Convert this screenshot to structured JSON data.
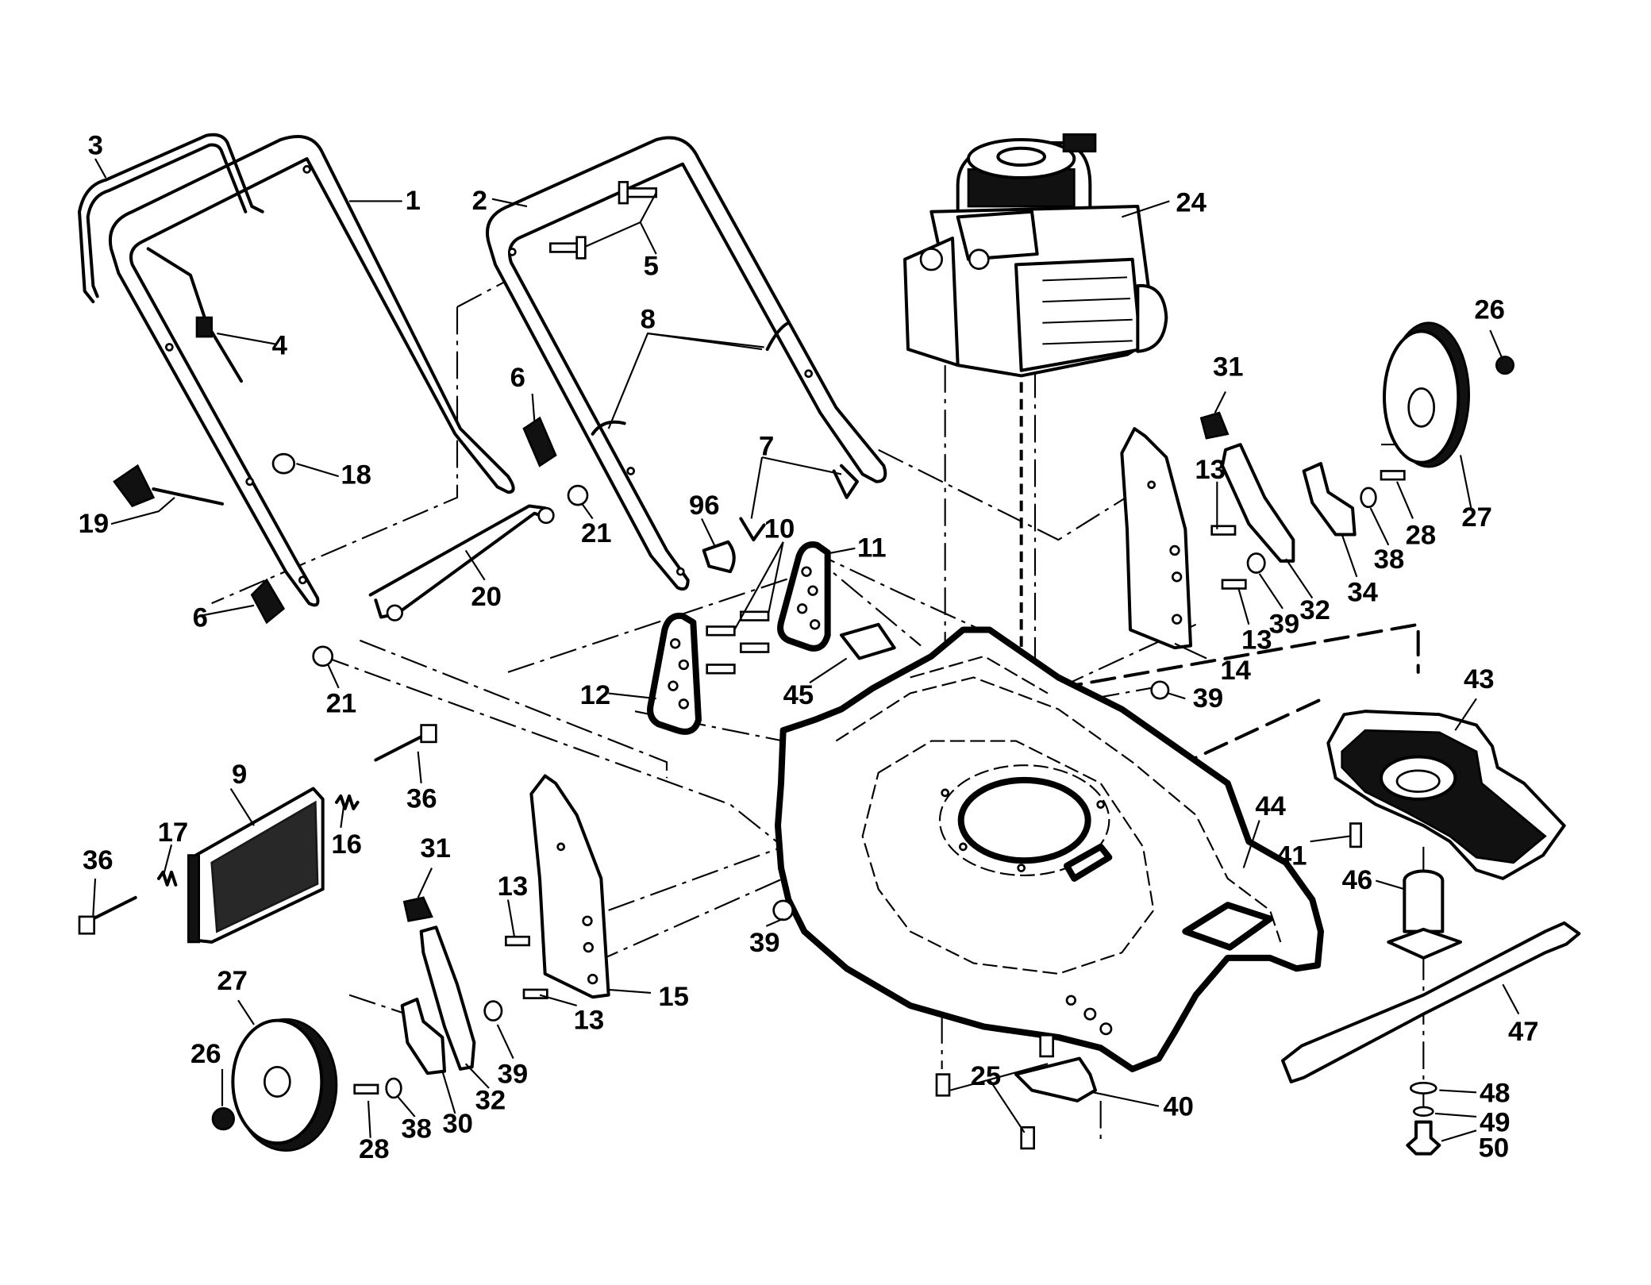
{
  "callouts": [
    {
      "id": "1",
      "text": "1"
    },
    {
      "id": "2",
      "text": "2"
    },
    {
      "id": "3",
      "text": "3"
    },
    {
      "id": "4",
      "text": "4"
    },
    {
      "id": "5",
      "text": "5"
    },
    {
      "id": "6a",
      "text": "6"
    },
    {
      "id": "6b",
      "text": "6"
    },
    {
      "id": "7",
      "text": "7"
    },
    {
      "id": "8",
      "text": "8"
    },
    {
      "id": "9",
      "text": "9"
    },
    {
      "id": "10",
      "text": "10"
    },
    {
      "id": "11",
      "text": "11"
    },
    {
      "id": "12",
      "text": "12"
    },
    {
      "id": "13a",
      "text": "13"
    },
    {
      "id": "13b",
      "text": "13"
    },
    {
      "id": "13c",
      "text": "13"
    },
    {
      "id": "13d",
      "text": "13"
    },
    {
      "id": "14",
      "text": "14"
    },
    {
      "id": "15",
      "text": "15"
    },
    {
      "id": "16",
      "text": "16"
    },
    {
      "id": "17",
      "text": "17"
    },
    {
      "id": "18",
      "text": "18"
    },
    {
      "id": "19",
      "text": "19"
    },
    {
      "id": "20",
      "text": "20"
    },
    {
      "id": "21a",
      "text": "21"
    },
    {
      "id": "21b",
      "text": "21"
    },
    {
      "id": "24",
      "text": "24"
    },
    {
      "id": "25",
      "text": "25"
    },
    {
      "id": "26a",
      "text": "26"
    },
    {
      "id": "26b",
      "text": "26"
    },
    {
      "id": "27a",
      "text": "27"
    },
    {
      "id": "27b",
      "text": "27"
    },
    {
      "id": "28a",
      "text": "28"
    },
    {
      "id": "28b",
      "text": "28"
    },
    {
      "id": "30",
      "text": "30"
    },
    {
      "id": "31a",
      "text": "31"
    },
    {
      "id": "31b",
      "text": "31"
    },
    {
      "id": "32a",
      "text": "32"
    },
    {
      "id": "32b",
      "text": "32"
    },
    {
      "id": "34",
      "text": "34"
    },
    {
      "id": "36a",
      "text": "36"
    },
    {
      "id": "36b",
      "text": "36"
    },
    {
      "id": "38a",
      "text": "38"
    },
    {
      "id": "38b",
      "text": "38"
    },
    {
      "id": "39a",
      "text": "39"
    },
    {
      "id": "39b",
      "text": "39"
    },
    {
      "id": "39c",
      "text": "39"
    },
    {
      "id": "39d",
      "text": "39"
    },
    {
      "id": "40",
      "text": "40"
    },
    {
      "id": "41",
      "text": "41"
    },
    {
      "id": "43",
      "text": "43"
    },
    {
      "id": "44",
      "text": "44"
    },
    {
      "id": "45",
      "text": "45"
    },
    {
      "id": "46",
      "text": "46"
    },
    {
      "id": "47",
      "text": "47"
    },
    {
      "id": "48",
      "text": "48"
    },
    {
      "id": "49",
      "text": "49"
    },
    {
      "id": "50",
      "text": "50"
    },
    {
      "id": "96",
      "text": "96"
    }
  ]
}
